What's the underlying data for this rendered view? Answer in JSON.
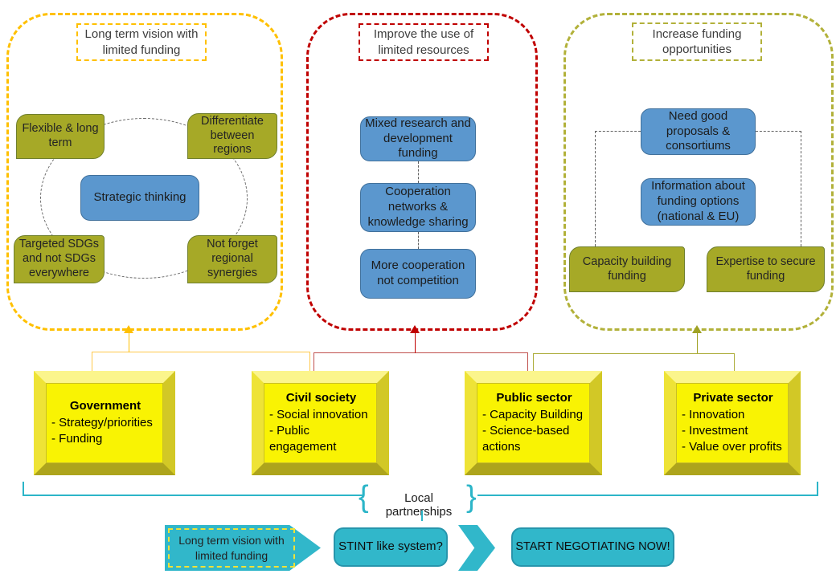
{
  "vision_cluster": {
    "title": "Long term vision with limited funding",
    "top_left": "Flexible & long term",
    "top_right": "Differentiate between regions",
    "center": "Strategic thinking",
    "bottom_left": "Targeted SDGs and not SDGs everywhere",
    "bottom_right": "Not forget regional synergies"
  },
  "resources_cluster": {
    "title": "Improve the use of limited resources",
    "steps": [
      "Mixed research and development funding",
      "Cooperation networks & knowledge sharing",
      "More cooperation not competition"
    ]
  },
  "funding_cluster": {
    "title": "Increase funding opportunities",
    "top": "Need good proposals & consortiums",
    "middle": "Information about funding options (national & EU)",
    "bottom_left": "Capacity building funding",
    "bottom_right": "Expertise to secure funding"
  },
  "actors": [
    {
      "title": "Government",
      "items": [
        "- Strategy/priorities",
        "- Funding"
      ]
    },
    {
      "title": "Civil society",
      "items": [
        "- Social innovation",
        "- Public engagement"
      ]
    },
    {
      "title": "Public sector",
      "items": [
        "- Capacity Building",
        "- Science-based actions"
      ]
    },
    {
      "title": "Private sector",
      "items": [
        "- Innovation",
        "- Investment",
        "- Value over profits"
      ]
    }
  ],
  "partnership": {
    "open_brace": "{",
    "label": "Local partnerships",
    "close_brace": "}"
  },
  "next_steps": {
    "vision": "Long term vision with limited funding",
    "stint": "STINT like system?",
    "negotiate": "START NEGOTIATING NOW!"
  },
  "colors": {
    "amber": "#FFC000",
    "dark_red": "#C00000",
    "olive_accent": "#B2B13A",
    "olive_fill": "#A6A927",
    "blue_fill": "#5B97CE",
    "blue_border": "#41719C",
    "yellow_fill": "#F9F303",
    "teal_fill": "#31B7CA",
    "connector_red": "#C0504D"
  }
}
